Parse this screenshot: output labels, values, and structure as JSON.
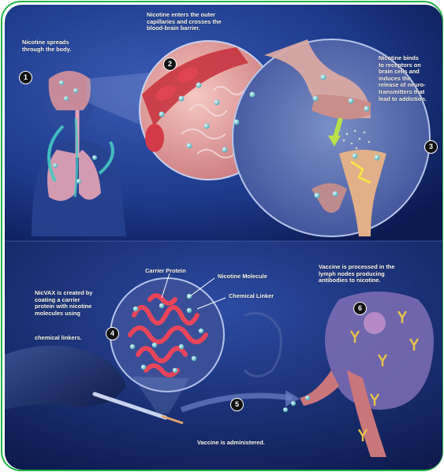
{
  "steps": {
    "s1": {
      "number": "1",
      "label": "Nicotine spreads\nthrough the body."
    },
    "s2": {
      "number": "2",
      "label": "Nicotine enters the outer\ncapillaries and crosses the\nblood-brain barrier."
    },
    "s3": {
      "number": "3",
      "label": "Nicotine binds\nto receptors on\nbrain cells and\ninduces the\nrelease of neuro-\ntransmitters that\nlead to addiction."
    },
    "s4": {
      "number": "4",
      "label": "NicVAX is created by\ncoating a carrier\nprotein with nicotine\nmolecules using",
      "label_extra": "chemical linkers."
    },
    "s5": {
      "number": "5",
      "label": "Vaccine is administered."
    },
    "s6": {
      "number": "6",
      "label": "Vaccine is processed in the\nlymph nodes producing\nantibodies to nicotine."
    }
  },
  "callouts": {
    "carrier": "Carrier Protein",
    "molecule": "Nicotine Molecule",
    "linker": "Chemical Linker"
  },
  "colors": {
    "panel_dark": "#0d1f5c",
    "panel_light": "#2a4aa0",
    "tissue": "#e9a7a0",
    "nicotine": "#7fd3d8",
    "antibody": "#e8c24a",
    "frame_accent": "#22b24a"
  }
}
